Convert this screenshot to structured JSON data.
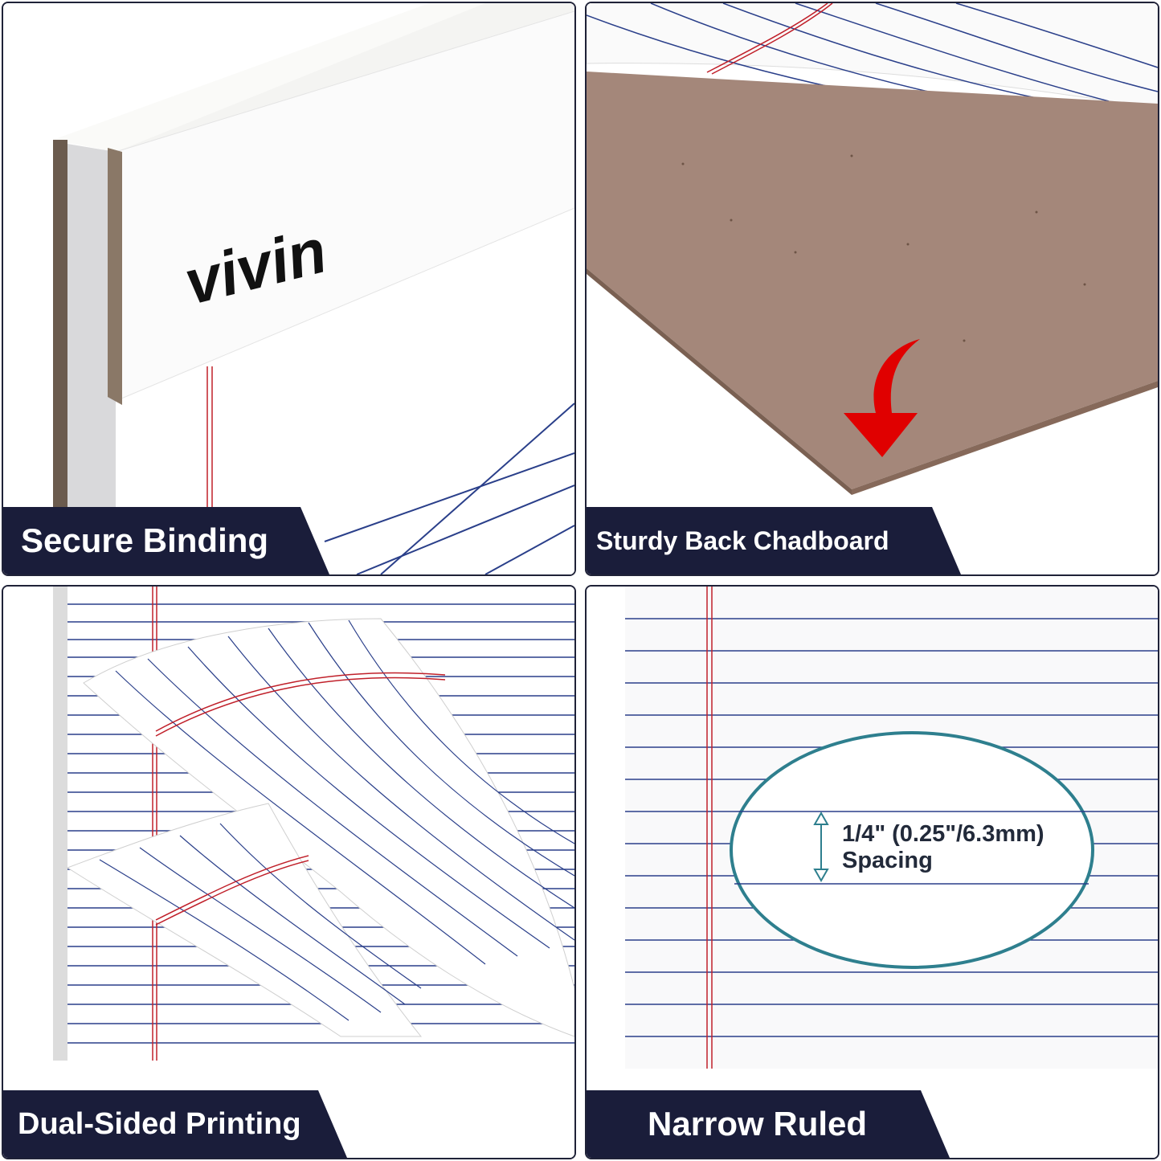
{
  "panels": {
    "binding": {
      "caption": "Secure Binding",
      "logo_text": "vivin"
    },
    "backboard": {
      "caption": "Sturdy Back Chadboard",
      "arrow_color": "#e00000"
    },
    "printing": {
      "caption": "Dual-Sided Printing"
    },
    "ruled": {
      "caption": "Narrow Ruled",
      "spacing_label": "1/4\" (0.25\"/6.3mm)",
      "spacing_word": "Spacing",
      "oval_color": "#2e7f8e"
    }
  },
  "colors": {
    "caption_bg": "#1a1d3a",
    "rule_line": "#2a3f8a",
    "margin_line": "#c0202a",
    "chipboard": "#a0836f"
  }
}
